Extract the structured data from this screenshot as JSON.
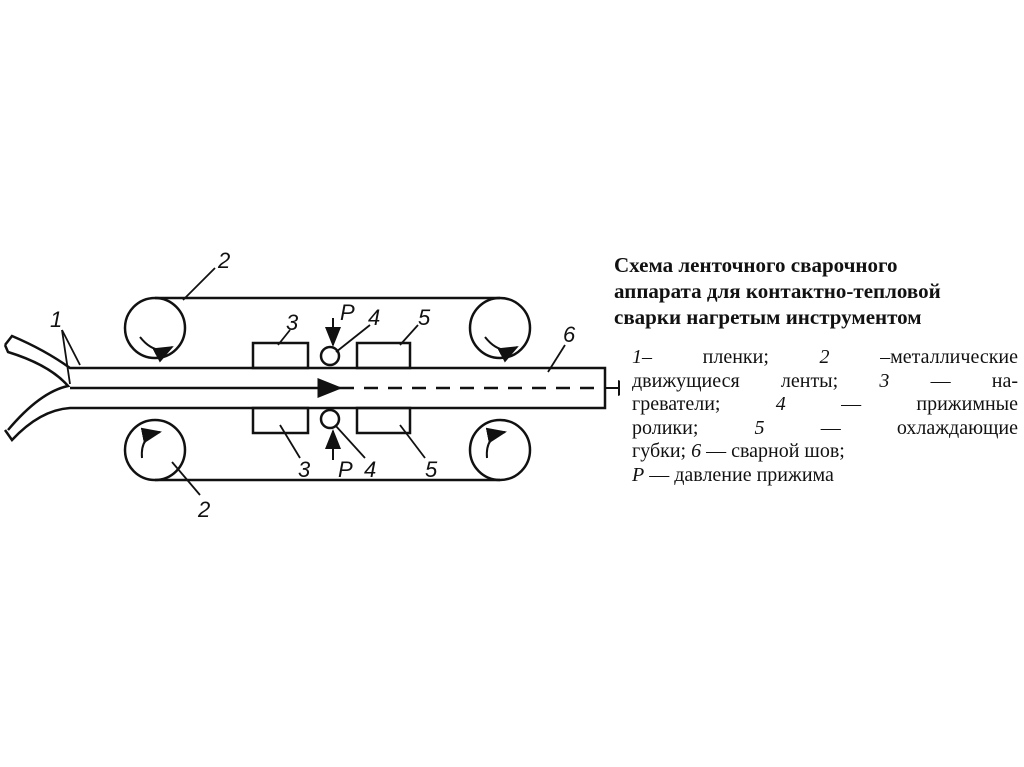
{
  "title_lines": [
    "Схема ленточного сварочного",
    "аппарата для контактно-тепловой",
    "сварки нагретым инструментом"
  ],
  "legend_lines": [
    [
      "1",
      "– пленки; ",
      "2",
      " –металлические"
    ],
    [
      "",
      "движущиеся ленты; ",
      "3",
      " — на-"
    ],
    [
      "",
      "греватели; ",
      "4",
      " — прижимные"
    ],
    [
      "",
      "ролики; ",
      "5",
      " — охлаждающие"
    ],
    [
      "",
      "губки; ",
      "6",
      " — сварной шов;"
    ],
    [
      "P",
      " — давление прижима",
      "",
      ""
    ]
  ],
  "diagram_labels": {
    "film": "1",
    "belt_top": "2",
    "belt_bottom": "2",
    "heater_top": "3",
    "heater_bottom": "3",
    "pressure_top": "P",
    "pressure_bottom": "P",
    "roller_top": "4",
    "roller_bottom": "4",
    "cooler_top": "5",
    "cooler_bottom": "5",
    "seam": "6"
  }
}
